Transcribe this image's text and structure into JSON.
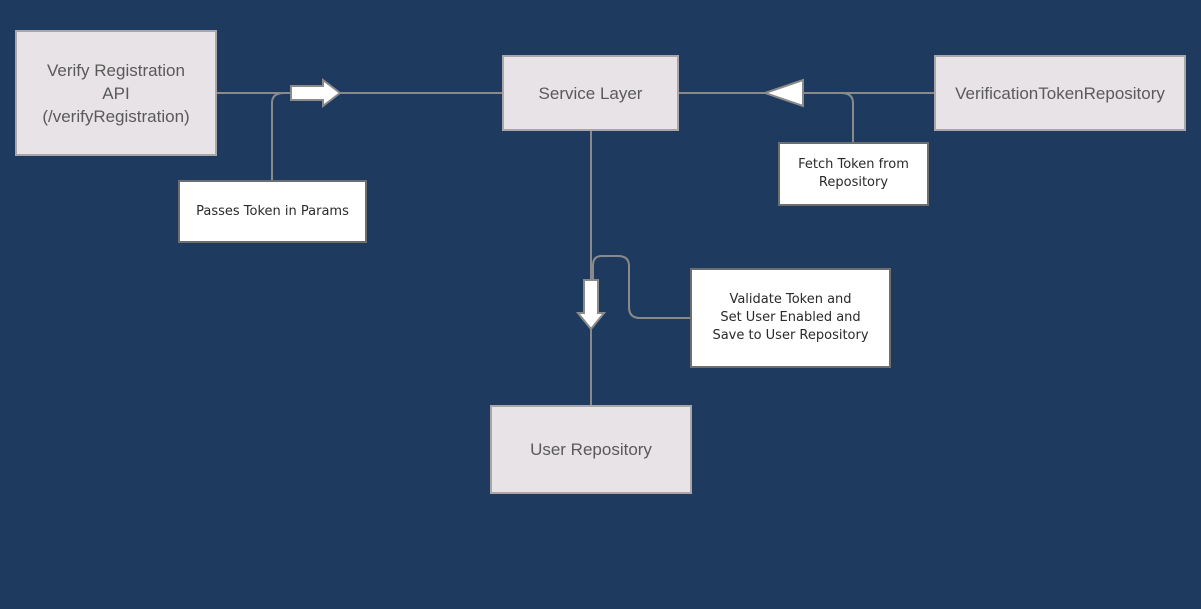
{
  "nodes": {
    "verify_api": "Verify Registration\nAPI\n(/verifyRegistration)",
    "service_layer": "Service Layer",
    "verification_token_repository": "VerificationTokenRepository",
    "user_repository": "User Repository"
  },
  "annotations": {
    "passes_token": "Passes Token in Params",
    "fetch_token": "Fetch Token from\nRepository",
    "validate_token": "Validate Token and\nSet User Enabled and\nSave to User Repository"
  },
  "colors": {
    "background": "#1e3a5f",
    "node_fill": "#e8e3e6",
    "node_border": "#a9a5a8",
    "line": "#8a8a8a",
    "note_fill": "#ffffff"
  }
}
